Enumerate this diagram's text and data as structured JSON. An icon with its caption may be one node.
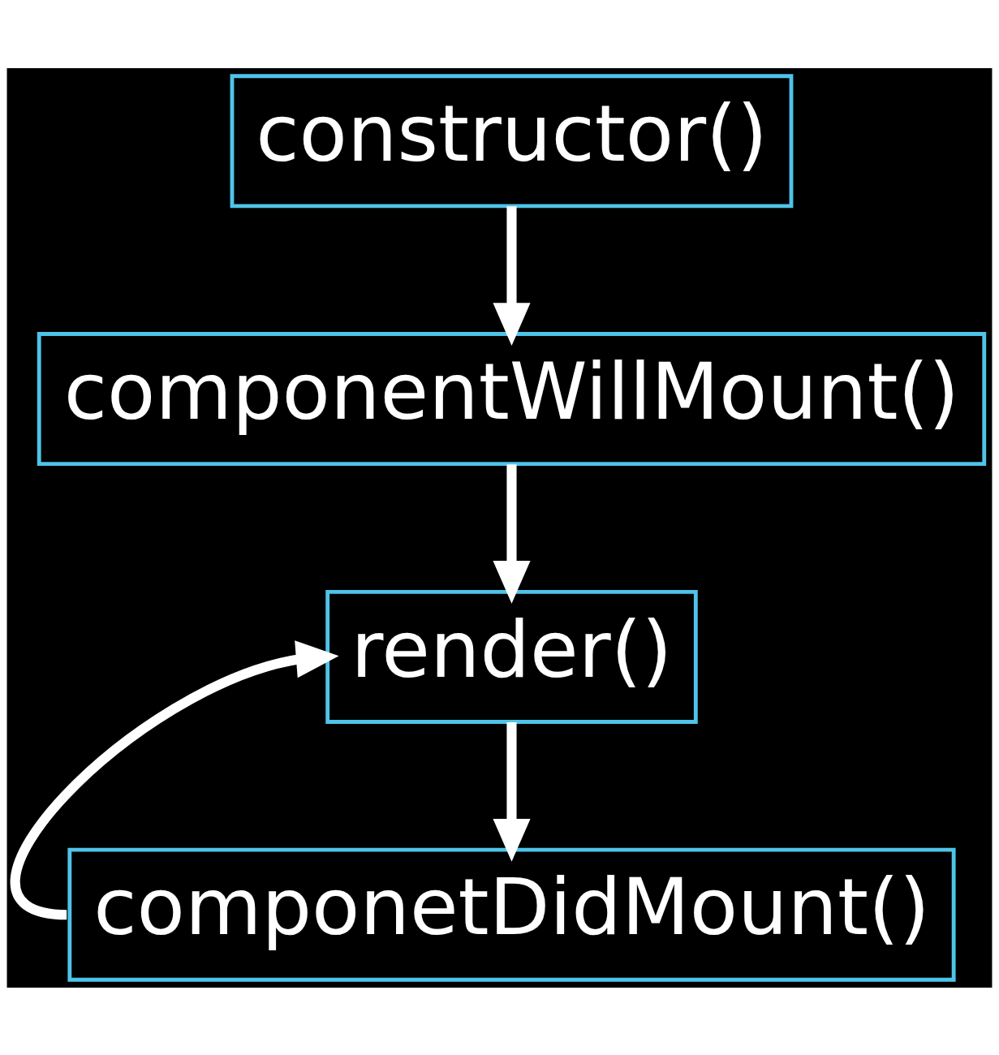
{
  "diagram": {
    "nodes": [
      {
        "text": [
          "constructor()"
        ]
      },
      {
        "text": [
          "componentWillMount()"
        ]
      },
      {
        "text": [
          "render()"
        ]
      },
      {
        "text": [
          "componetDidMount()"
        ]
      }
    ],
    "edges": [
      {
        "from": 0,
        "to": 1,
        "arrow": "to"
      },
      {
        "from": 1,
        "to": 2,
        "arrow": "to"
      },
      {
        "from": 2,
        "to": 3,
        "arrow": "to"
      },
      {
        "from": 3,
        "to": 2,
        "arrow": "to"
      }
    ]
  }
}
